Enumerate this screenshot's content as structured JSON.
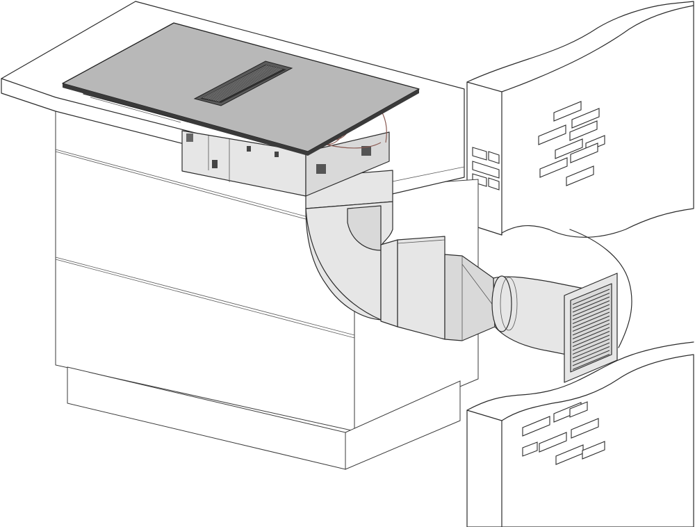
{
  "diagram": {
    "subject": "",
    "components": [
      {
        "id": "kitchen-cabinet"
      },
      {
        "id": "worktop"
      },
      {
        "id": "hob-glass"
      },
      {
        "id": "downdraft-vent"
      },
      {
        "id": "fan-motor-unit"
      },
      {
        "id": "flex-collar"
      },
      {
        "id": "duct-elbow"
      },
      {
        "id": "rect-duct"
      },
      {
        "id": "duct-adapter"
      },
      {
        "id": "round-duct"
      },
      {
        "id": "wall-grille"
      },
      {
        "id": "brick-wall"
      }
    ],
    "colors": {
      "line": "#2b2b2b",
      "hob": "#b8b8b8",
      "duct": "#e6e6e6",
      "flex_outline": "#8a5a52",
      "background": "#ffffff"
    }
  }
}
